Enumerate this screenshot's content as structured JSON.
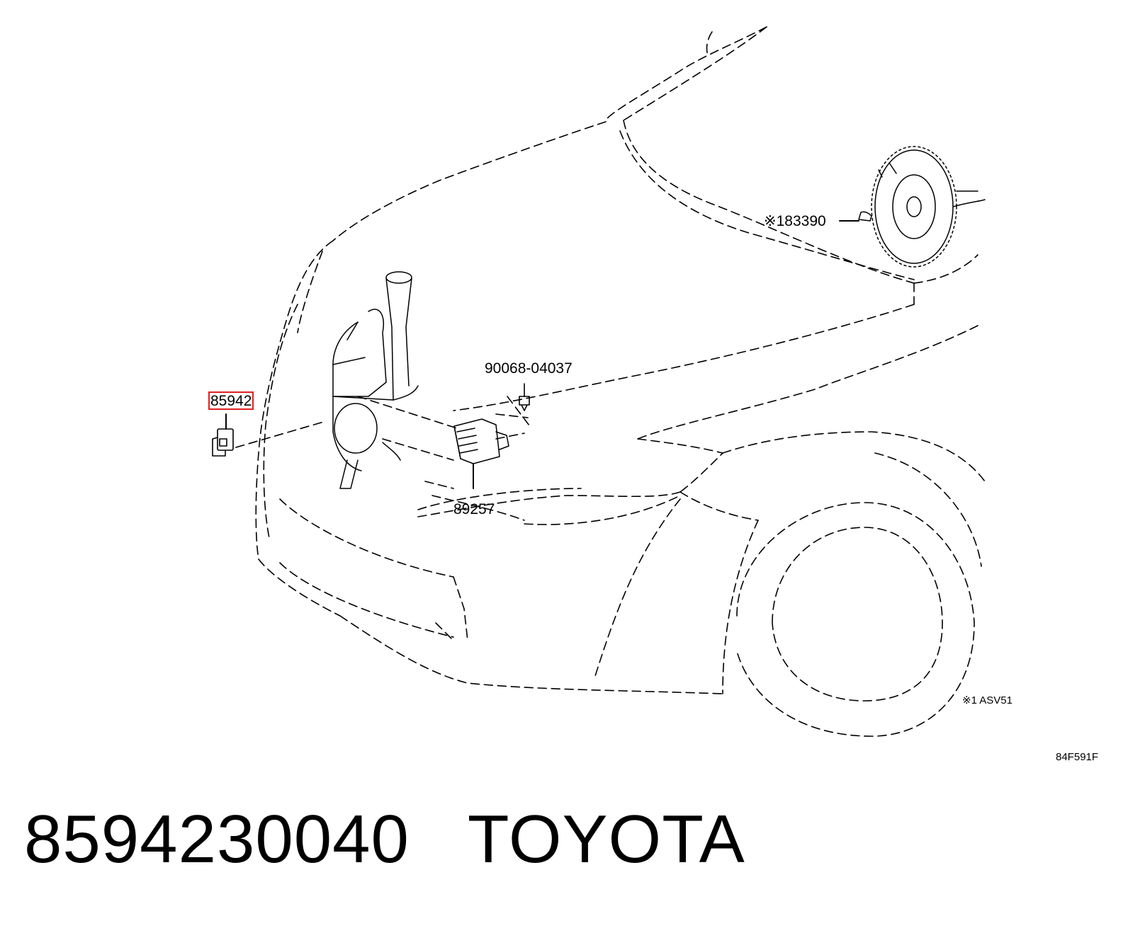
{
  "diagram": {
    "labels": {
      "sensor": "85942",
      "bolt": "90068-04037",
      "booster": "※183390",
      "control_unit": "89257",
      "note": "※1 ASV51",
      "figure_code": "84F591F"
    },
    "highlight_color": "#e02020"
  },
  "caption": {
    "part_number": "8594230040",
    "brand": "TOYOTA"
  }
}
